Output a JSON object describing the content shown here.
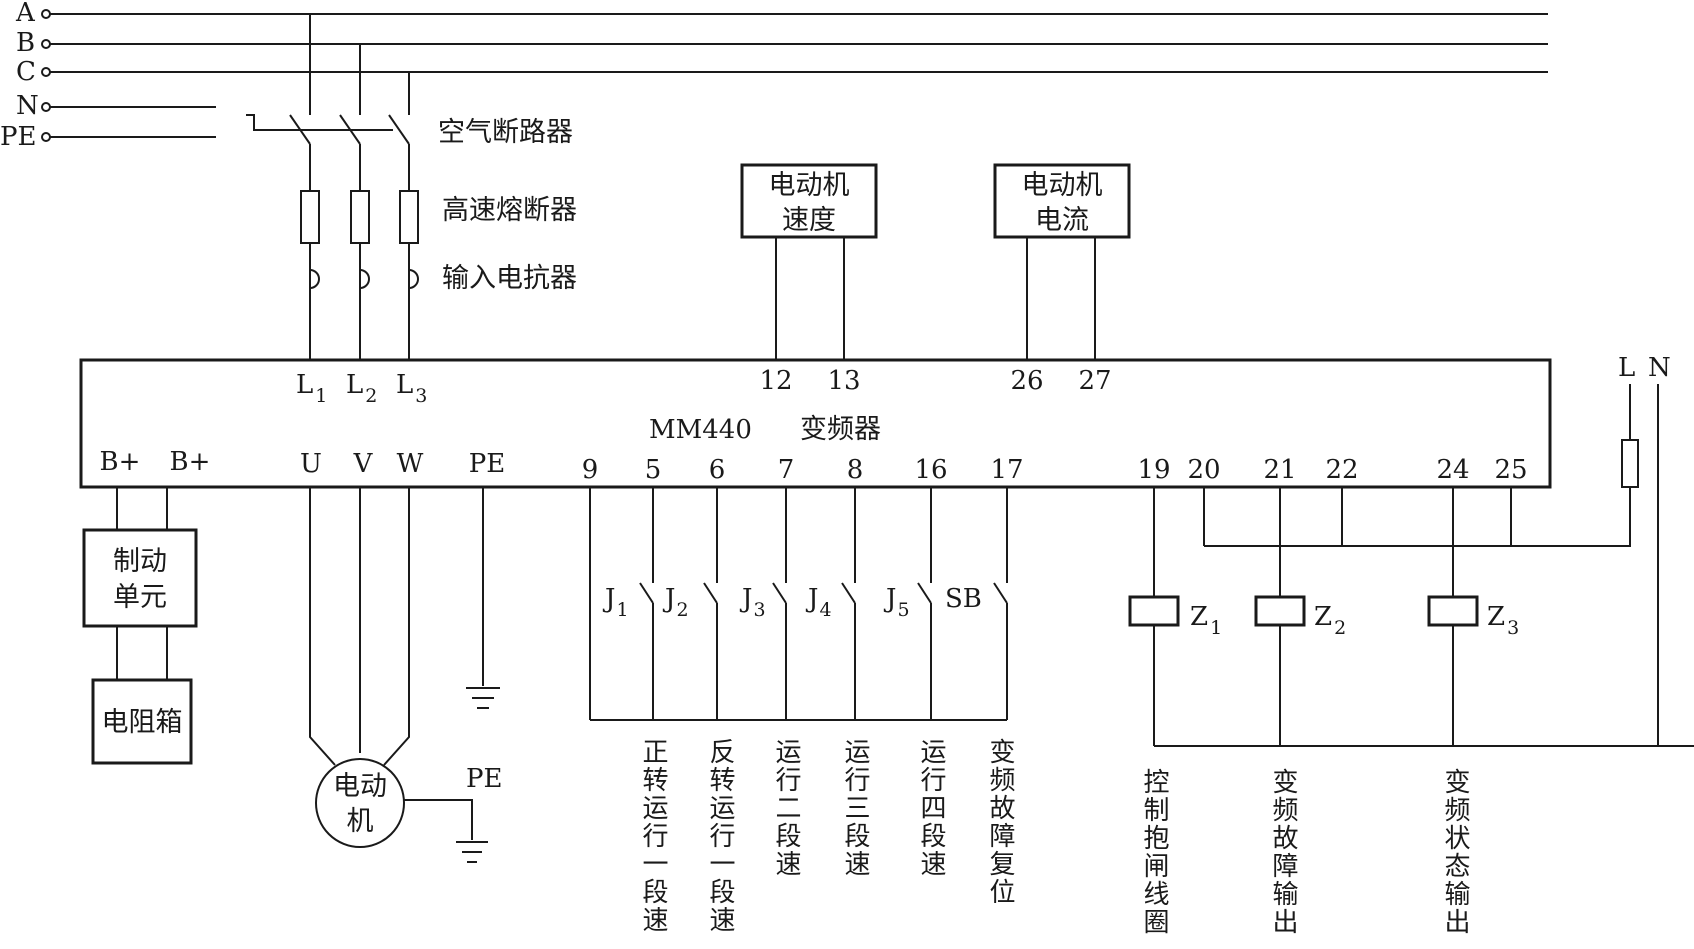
{
  "colors": {
    "line": "#1a1a1a",
    "background": "#ffffff"
  },
  "supply": {
    "a": "A",
    "b": "B",
    "c": "C",
    "n": "N",
    "pe": "PE"
  },
  "input_chain": {
    "breaker": "空气断路器",
    "fuse": "高速熔断器",
    "reactor": "输入电抗器"
  },
  "meters": {
    "speed": [
      "电动机",
      "速度"
    ],
    "current": [
      "电动机",
      "电流"
    ]
  },
  "inverter": {
    "model": "MM440",
    "name": "变频器",
    "l": "L",
    "top_terminals": [
      "12",
      "13",
      "26",
      "27"
    ],
    "power_out": {
      "b1": "B+",
      "b2": "B+",
      "u": "U",
      "v": "V",
      "w": "W",
      "pe": "PE"
    },
    "digital_terminals": [
      "9",
      "5",
      "6",
      "7",
      "8",
      "16",
      "17"
    ],
    "relay_terminals": [
      "19",
      "20",
      "21",
      "22",
      "24",
      "25"
    ]
  },
  "brake": {
    "unit": [
      "制动",
      "单元"
    ],
    "resistor": "电阻箱"
  },
  "motor": {
    "label": [
      "电动",
      "机"
    ],
    "pe": "PE"
  },
  "switches": {
    "j": "J",
    "subs": [
      "1",
      "2",
      "3",
      "4",
      "5"
    ],
    "sb": "SB"
  },
  "relays": {
    "z": "Z",
    "subs": [
      "1",
      "2",
      "3"
    ]
  },
  "aux_supply": {
    "l": "L",
    "n": "N"
  },
  "functions": [
    "正转运行一段速",
    "反转运行一段速",
    "运行二段速",
    "运行三段速",
    "运行四段速",
    "变频故障复位"
  ],
  "outputs": [
    "控制抱闸线圈",
    "变频故障输出",
    "变频状态输出"
  ]
}
